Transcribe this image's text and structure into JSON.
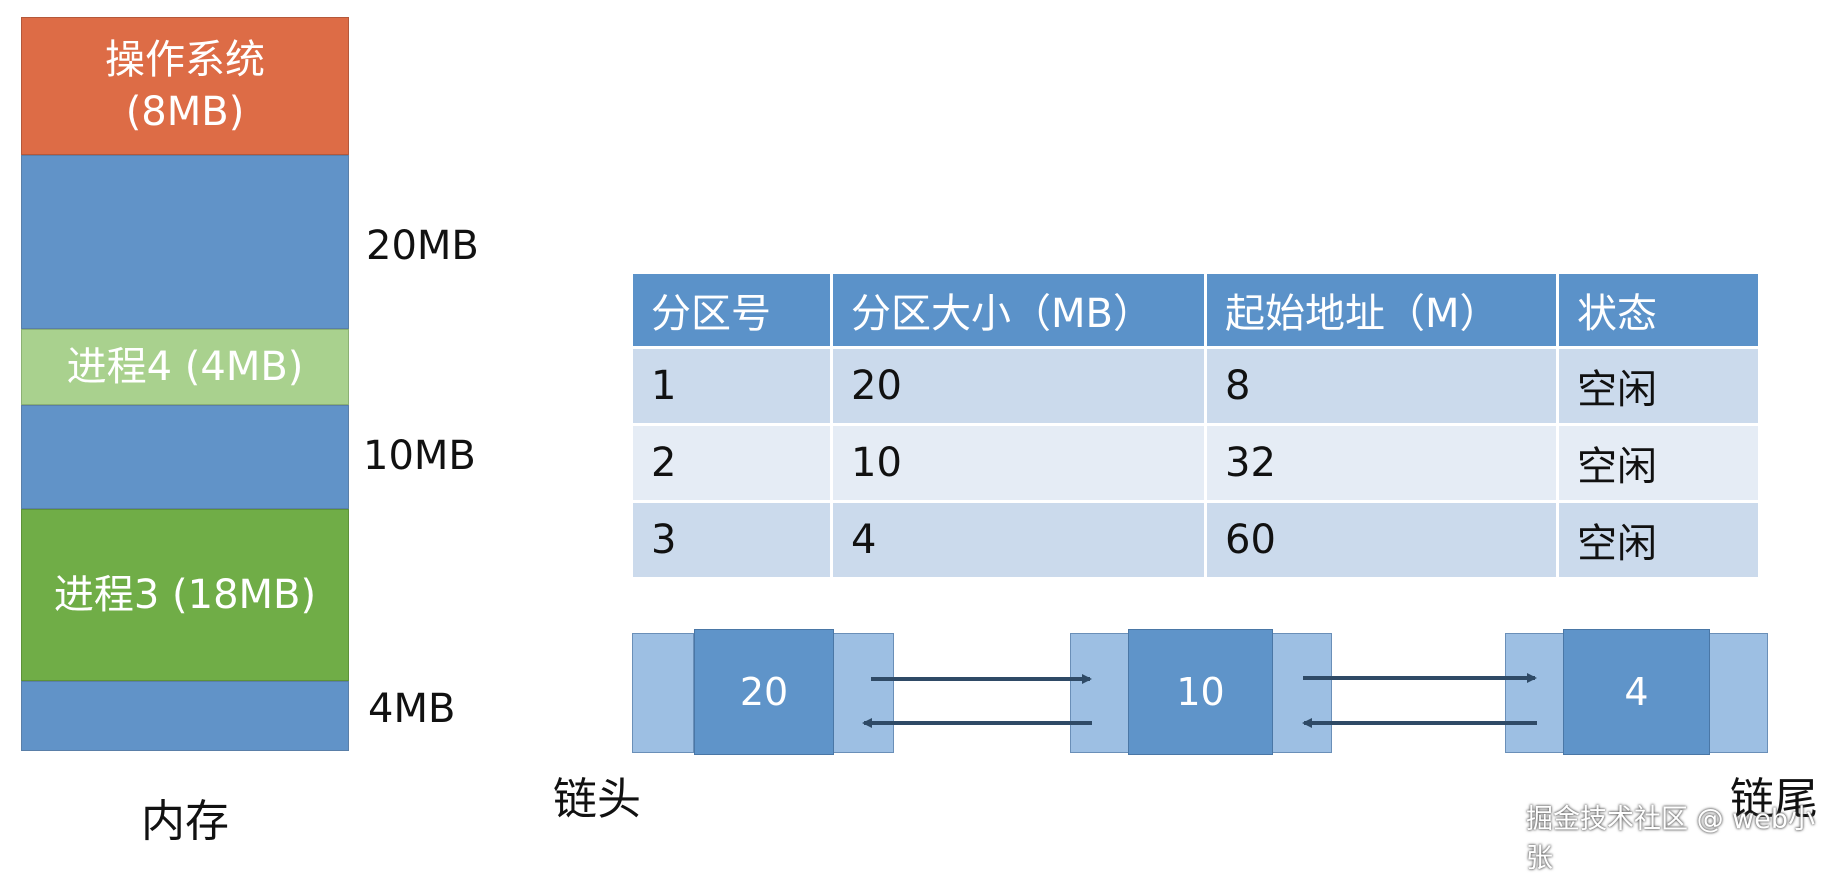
{
  "memory": {
    "segments": [
      {
        "line1": "操作系统",
        "line2": "(8MB)",
        "kind": "os"
      },
      {
        "line1": "",
        "line2": "",
        "kind": "free"
      },
      {
        "line1": "进程4 (4MB)",
        "line2": "",
        "kind": "p4"
      },
      {
        "line1": "",
        "line2": "",
        "kind": "free"
      },
      {
        "line1": "进程3 (18MB)",
        "line2": "",
        "kind": "p3"
      },
      {
        "line1": "",
        "line2": "",
        "kind": "free"
      }
    ],
    "free_labels": [
      "20MB",
      "10MB",
      "4MB"
    ],
    "caption": "内存"
  },
  "partition_table": {
    "headers": [
      "分区号",
      "分区大小（MB）",
      "起始地址（M）",
      "状态"
    ],
    "rows": [
      [
        "1",
        "20",
        "8",
        "空闲"
      ],
      [
        "2",
        "10",
        "32",
        "空闲"
      ],
      [
        "3",
        "4",
        "60",
        "空闲"
      ]
    ]
  },
  "linked_list": {
    "nodes": [
      "20",
      "10",
      "4"
    ],
    "head_label": "链头",
    "tail_label": "链尾"
  },
  "watermark": "掘金技术社区 @ web小张",
  "colors": {
    "os": "#dd6c46",
    "free": "#6193c8",
    "p4": "#a9d18e",
    "p3": "#70ad47",
    "table_header": "#5b92c9",
    "arrow": "#2f4a66"
  }
}
